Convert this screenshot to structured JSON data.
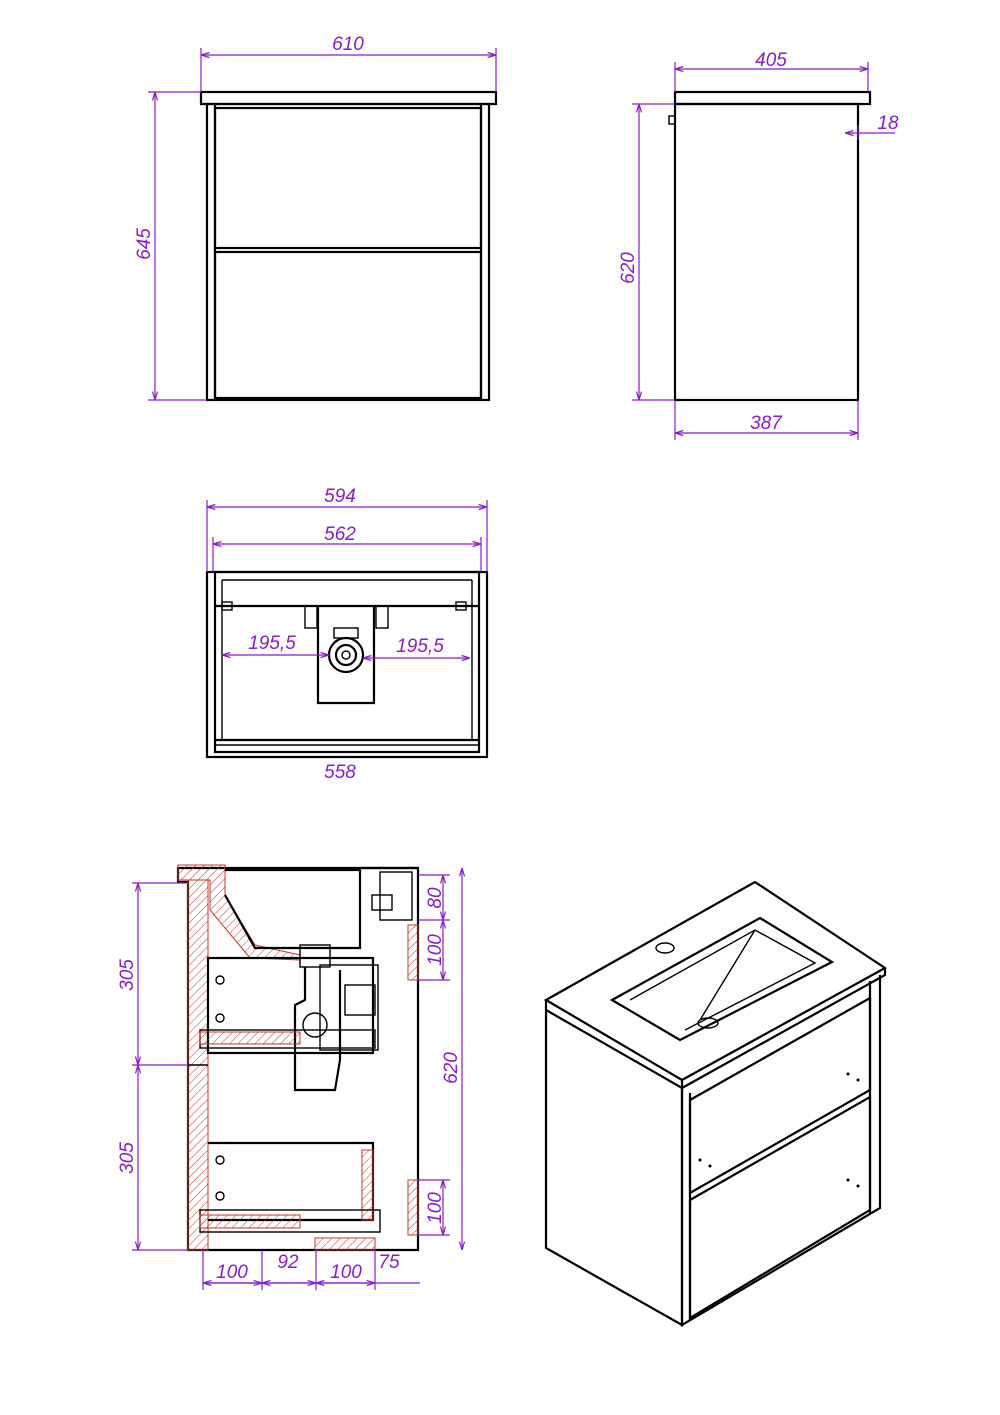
{
  "colors": {
    "line": "#000000",
    "dimension": "#8a1cc9",
    "section_hatch": "#c0392b",
    "background": "#ffffff"
  },
  "front_view": {
    "width": "610",
    "height": "645"
  },
  "side_view": {
    "top_depth": "405",
    "height": "620",
    "bottom_depth": "387",
    "top_thickness": "18"
  },
  "bottom_view": {
    "outer_width": "594",
    "inner_width": "562",
    "left_offset": "195,5",
    "right_offset": "195,5",
    "bottom_width": "558"
  },
  "section_view": {
    "upper_height": "305",
    "lower_height": "305",
    "total_height": "620",
    "top_offset": "80",
    "upper_rail": "100",
    "lower_rail": "100",
    "bottom_a": "100",
    "bottom_b": "92",
    "bottom_c": "100",
    "bottom_d": "75"
  }
}
